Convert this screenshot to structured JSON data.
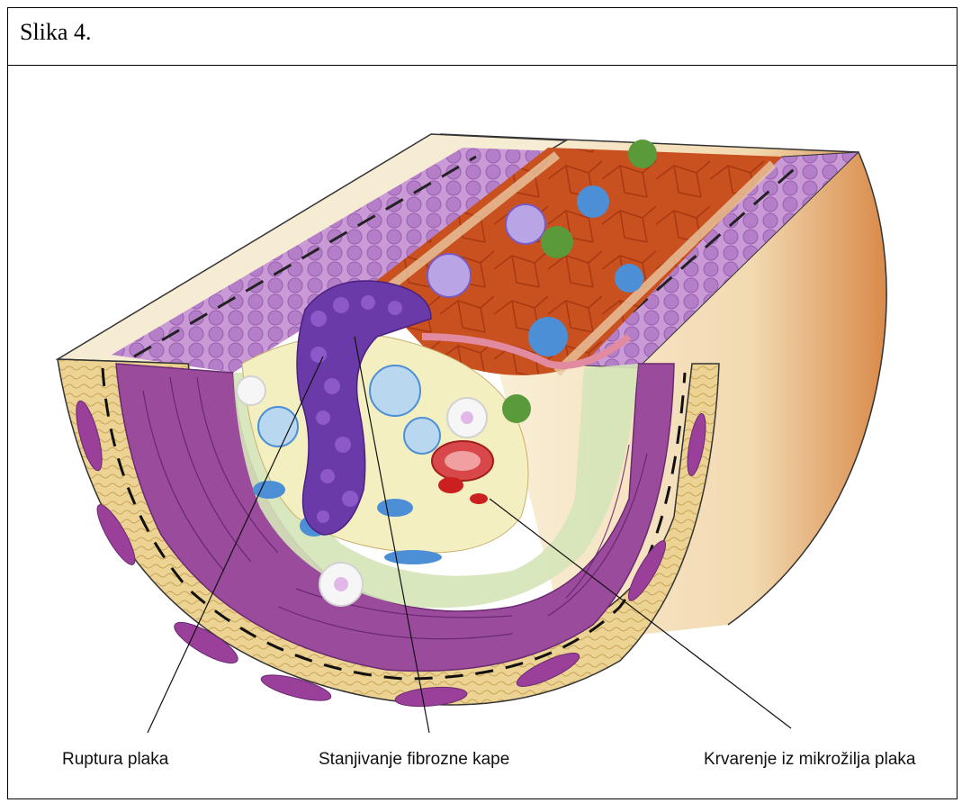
{
  "caption": "Slika 4.",
  "labels": {
    "rupture": "Ruptura plaka",
    "thinning": "Stanjivanje fibrozne kape",
    "bleeding": "Krvarenje iz mikrožilja plaka"
  },
  "colors": {
    "wall_outer": "#f3e6c8",
    "adventitia": "#e9cf8f",
    "media": "#8e3a8e",
    "intima": "#cfe0b4",
    "lumen": "#c24a1c",
    "plaque_core": "#f4f0b8",
    "thrombus": "#6a3aa8",
    "cells_blue": "#4c8fd6",
    "cells_green": "#5a9a3a",
    "rbc": "#cc2020"
  }
}
